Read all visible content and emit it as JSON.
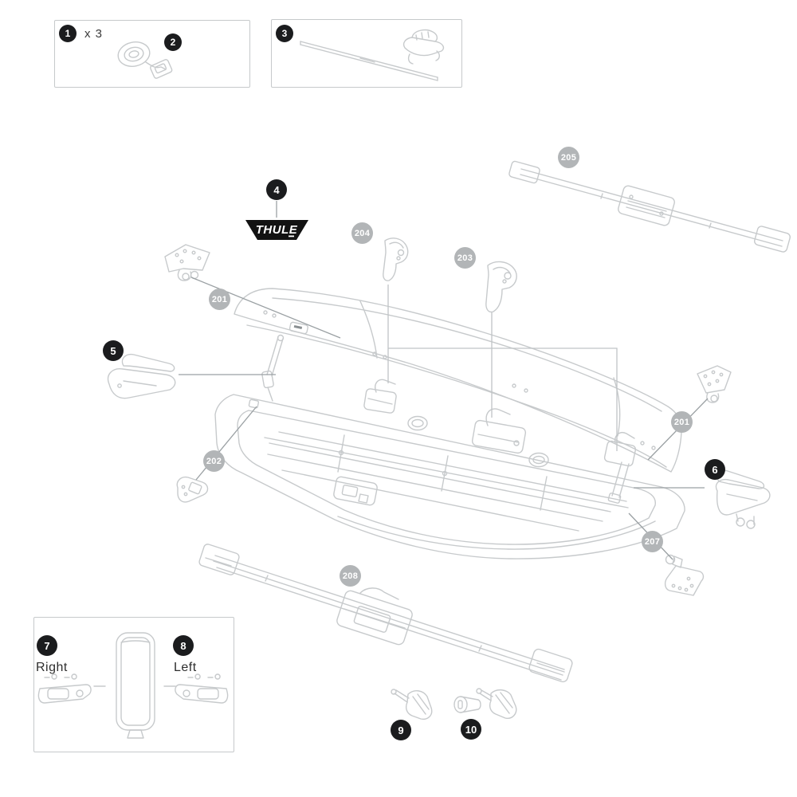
{
  "page": {
    "type": "roof-box assembly parts diagram",
    "background": "#ffffff"
  },
  "brand": {
    "logo_text": "THULE"
  },
  "badges": {
    "step1": "1",
    "step2": "2",
    "step3": "3",
    "step4": "4",
    "step5": "5",
    "step6": "6",
    "step7": "7",
    "step8": "8",
    "step9": "9",
    "step10": "10",
    "part201": "201",
    "part202": "202",
    "part203": "203",
    "part204": "204",
    "part205": "205",
    "part207": "207",
    "part208": "208"
  },
  "labels": {
    "strap_quantity": "x 3",
    "right": "Right",
    "left": "Left"
  },
  "colors": {
    "step_badge": "#1b1c1e",
    "part_badge": "#b2b5b7",
    "badge_text": "#ffffff",
    "line_art": "#c7cacc",
    "leader_line": "#9aa0a3",
    "panel_border": "#c6c9cb",
    "logo_background": "#121212",
    "label_text": "#3a3a3a"
  }
}
